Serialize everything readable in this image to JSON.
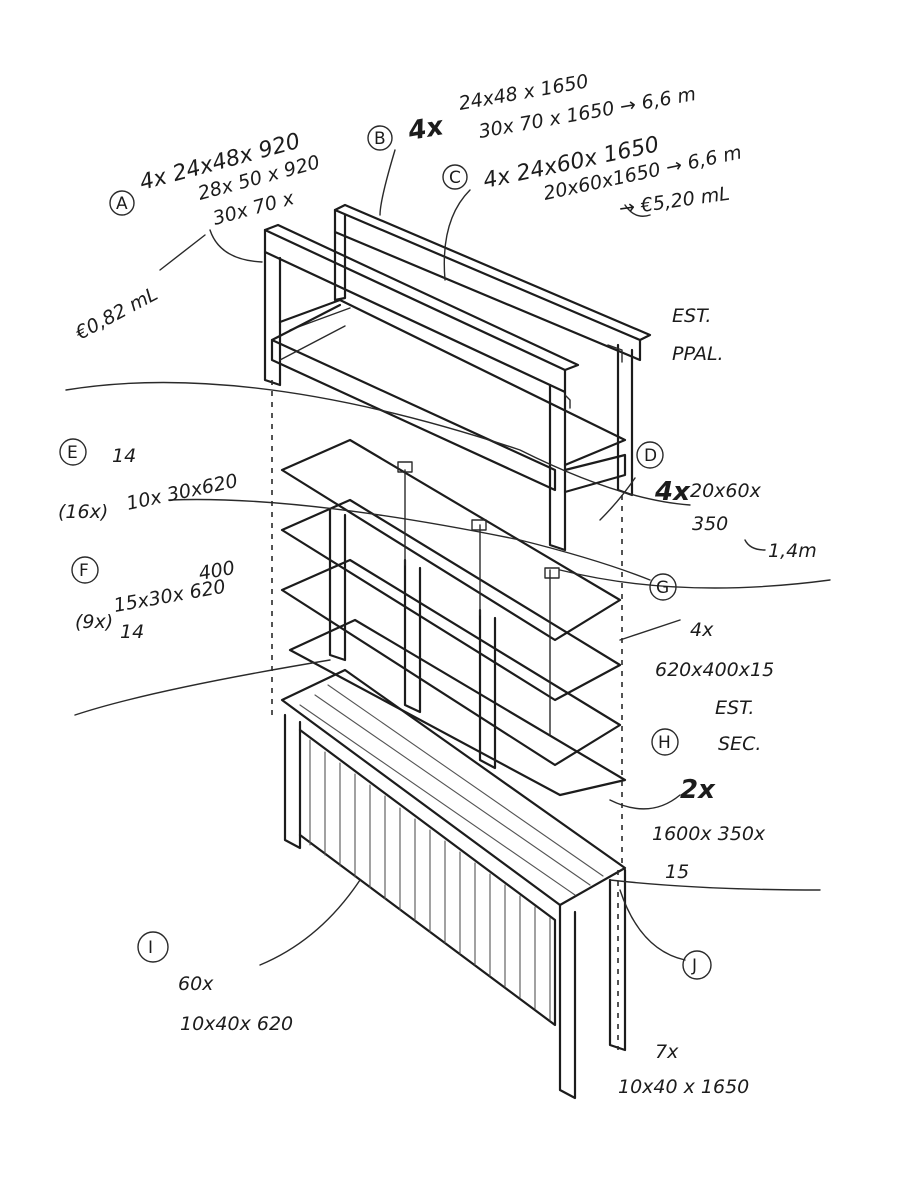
{
  "labels": {
    "A": {
      "id": "A",
      "line1": "4x 24x48x 920",
      "line2": "28x 50 x 920",
      "line3": "30x 70 x",
      "price": "€0,82 mL"
    },
    "B": {
      "id": "B",
      "qty": "4x",
      "line1": "24x48 x 1650",
      "line2": "30x 70 x 1650 → 6,6 m"
    },
    "C": {
      "id": "C",
      "line1": "4x 24x60x 1650",
      "line2": "20x60x1650 → 6,6 m",
      "price": "→ €5,20 mL"
    },
    "D": {
      "id": "D",
      "qty": "4x",
      "line1": "20x60x",
      "line2": "350",
      "line3": "1,4m"
    },
    "E": {
      "id": "E",
      "line1": "14",
      "qty": "(16x)",
      "line2": "10x 30x620"
    },
    "F": {
      "id": "F",
      "qty": "(9x)",
      "line1": "15x30x 620",
      "line2": "400",
      "line3": "14"
    },
    "G": {
      "id": "G",
      "qty": "4x",
      "line1": "620x400x15",
      "line2": "EST.",
      "line3": "SEC."
    },
    "H": {
      "id": "H"
    },
    "I": {
      "id": "I",
      "qty": "60x",
      "line1": "10x40x 620"
    },
    "J": {
      "id": "J",
      "qty": "2x",
      "line1": "1600x 350x",
      "line2": "15"
    },
    "K": {
      "qty": "7x",
      "line1": "10x40 x 1650"
    }
  },
  "est_ppal": {
    "line1": "EST.",
    "line2": "PPAL."
  }
}
